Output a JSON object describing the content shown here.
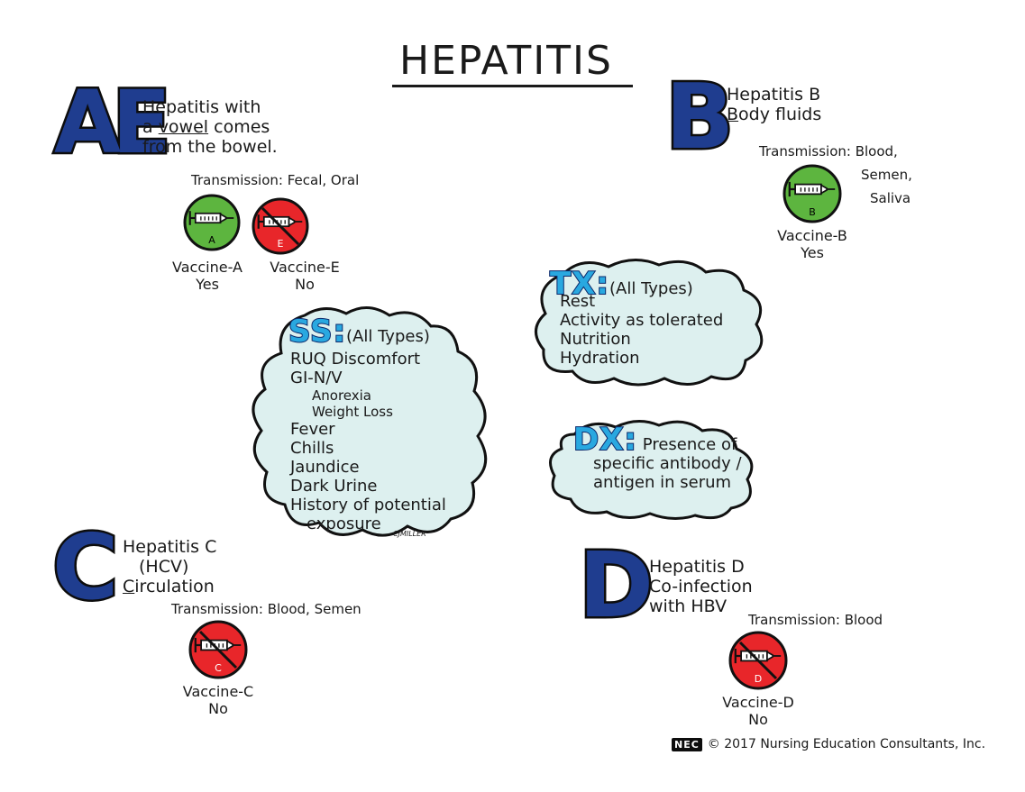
{
  "title": "HEPATITIS",
  "ae": {
    "letter": "AE",
    "line1": "Hepatitis with",
    "line2_pre": "a ",
    "line2_u": "vowel",
    "line2_post": " comes",
    "line3": "from the bowel.",
    "transmission": "Transmission: Fecal, Oral",
    "vaccine_a": {
      "letter": "A",
      "label": "Vaccine-A",
      "status": "Yes"
    },
    "vaccine_e": {
      "letter": "E",
      "label": "Vaccine-E",
      "status": "No"
    }
  },
  "b": {
    "letter": "B",
    "line1": "Hepatitis B",
    "line2_u": "B",
    "line2_rest": "ody fluids",
    "transmission_1": "Transmission: Blood,",
    "transmission_2": "Semen,",
    "transmission_3": "Saliva",
    "vaccine": {
      "letter": "B",
      "label": "Vaccine-B",
      "status": "Yes"
    }
  },
  "c": {
    "letter": "C",
    "line1": "Hepatitis C",
    "line2": "(HCV)",
    "line3_u": "C",
    "line3_rest": "irculation",
    "transmission": "Transmission: Blood, Semen",
    "vaccine": {
      "letter": "C",
      "label": "Vaccine-C",
      "status": "No"
    }
  },
  "d": {
    "letter": "D",
    "line1": "Hepatitis D",
    "line2": "Co-infection",
    "line3": "with HBV",
    "transmission": "Transmission: Blood",
    "vaccine": {
      "letter": "D",
      "label": "Vaccine-D",
      "status": "No"
    }
  },
  "ss": {
    "head": "SS:",
    "note": "(All Types)",
    "items": [
      "RUQ Discomfort",
      "GI-N/V"
    ],
    "subitems": [
      "Anorexia",
      "Weight Loss"
    ],
    "items2": [
      "Fever",
      "Chills",
      "Jaundice",
      "Dark Urine",
      "History of potential"
    ],
    "last": "exposure",
    "signature": "CJMILLER"
  },
  "tx": {
    "head": "TX:",
    "note": "(All Types)",
    "items": [
      "Rest",
      "Activity as tolerated",
      "Nutrition",
      "Hydration"
    ]
  },
  "dx": {
    "head": "DX:",
    "line1": "Presence of",
    "line2": "specific antibody /",
    "line3": "antigen in serum"
  },
  "footer": {
    "logo": "NEC",
    "text": "© 2017 Nursing Education Consultants, Inc."
  },
  "colors": {
    "yes": "#5db53f",
    "no": "#e8262a",
    "cloud": "#ddf0ef",
    "letter": "#1f3d8f",
    "cloudhead": "#29a8e0"
  }
}
